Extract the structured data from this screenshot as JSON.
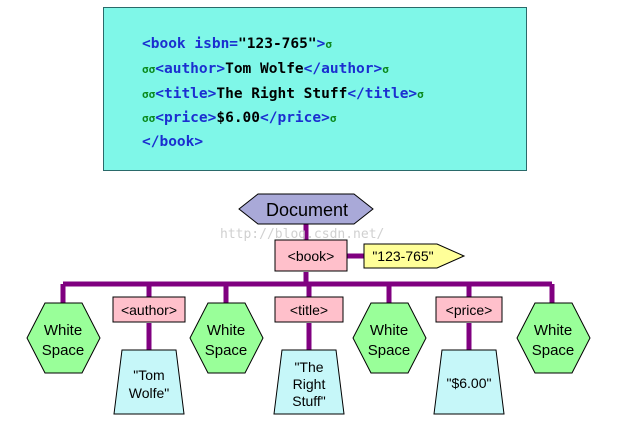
{
  "code": {
    "lines": [
      {
        "ws_before": "",
        "tag1": "<book isbn=",
        "text": "\"123-765\"",
        "tag2": ">",
        "ws_after": "σ"
      },
      {
        "ws_before": "σσ",
        "tag1": "<author>",
        "text": "Tom Wolfe",
        "tag2": "</author>",
        "ws_after": "σ"
      },
      {
        "ws_before": "σσ",
        "tag1": "<title>",
        "text": "The Right Stuff",
        "tag2": "</title>",
        "ws_after": "σ"
      },
      {
        "ws_before": "σσ",
        "tag1": "<price>",
        "text": "$6.00",
        "tag2": "</price>",
        "ws_after": "σ"
      },
      {
        "ws_before": "",
        "tag1": "</book>",
        "text": "",
        "tag2": "",
        "ws_after": ""
      }
    ]
  },
  "tree": {
    "document": "Document",
    "book": "<book>",
    "attribute": "\"123-765\"",
    "elements": [
      "<author>",
      "<title>",
      "<price>"
    ],
    "whitespace": [
      "White",
      "Space"
    ],
    "text_nodes": [
      [
        "\"Tom",
        "Wolfe\""
      ],
      [
        "\"The",
        "Right",
        "Stuff\""
      ],
      [
        "\"$6.00\""
      ]
    ]
  },
  "watermark": "http://blog.csdn.net/",
  "colors": {
    "code_bg": "#7ff7e8",
    "tag": "#1b2fd0",
    "whitespace_glyph": "#0a8a1e",
    "connector": "#800080",
    "element_fill": "#ffc0cb",
    "whitespace_fill": "#99ff99",
    "text_fill": "#c6f7f9",
    "document_fill": "#a9a9d8",
    "attribute_fill": "#ffff99"
  }
}
